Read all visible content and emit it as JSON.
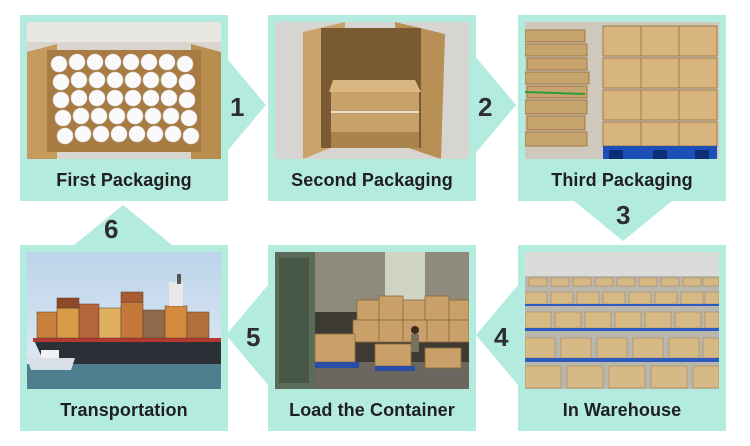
{
  "steps": [
    {
      "number": "1",
      "label": "First Packaging"
    },
    {
      "number": "2",
      "label": "Second Packaging"
    },
    {
      "number": "3",
      "label": "Third Packaging"
    },
    {
      "number": "4",
      "label": "In Warehouse"
    },
    {
      "number": "5",
      "label": "Load the Container"
    },
    {
      "number": "6",
      "label": "Transportation"
    }
  ],
  "colors": {
    "card_background": "#b3ecdf",
    "arrow": "#b3ecdf",
    "text": "#1f1f1f"
  }
}
